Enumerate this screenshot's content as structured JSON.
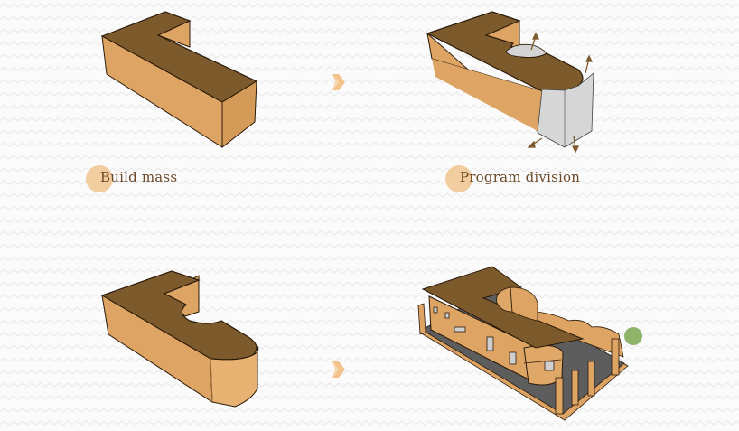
{
  "diagram": {
    "steps": [
      {
        "id": "build-mass",
        "label": "Build mass"
      },
      {
        "id": "program-division",
        "label": "Program division"
      },
      {
        "id": "form-subtraction",
        "label": ""
      },
      {
        "id": "final-building",
        "label": ""
      }
    ],
    "arrows": [
      "step-1-to-2",
      "step-3-to-4"
    ]
  },
  "colors": {
    "background": "#fbfbfb",
    "pattern": "#ececec",
    "mass_side": "#dea463",
    "mass_top": "#7d5a2c",
    "cut_volume": "#d4d4d4",
    "label_dot": "#f0c896",
    "label_text": "#6b4a2a",
    "arrow": "#f2c28a",
    "ground": "#5d5d5d",
    "tree": "#8fb36a"
  }
}
